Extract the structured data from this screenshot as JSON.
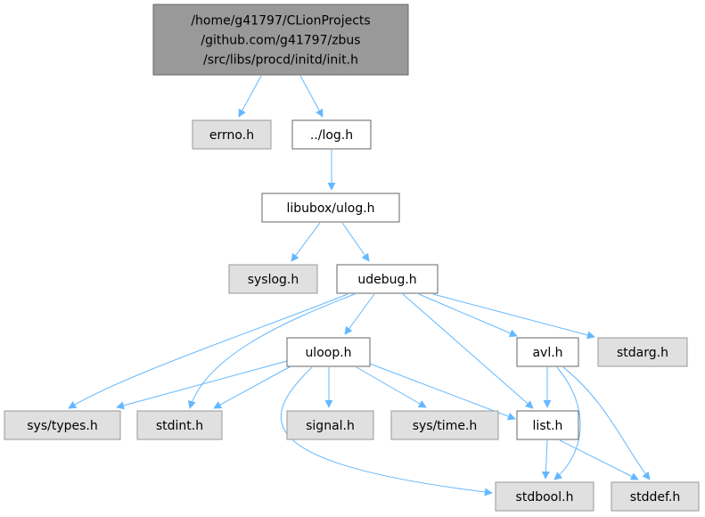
{
  "diagram": {
    "colors": {
      "root_fill": "#999999",
      "root_stroke": "#666666",
      "local_fill": "#ffffff",
      "local_stroke": "#666666",
      "system_fill": "#e0e0e0",
      "system_stroke": "#999999",
      "edge": "#63b8ff"
    },
    "nodes": [
      {
        "id": "init",
        "label_lines": [
          "/home/g41797/CLionProjects",
          "/github.com/g41797/zbus",
          "/src/libs/procd/initd/init.h"
        ],
        "kind": "root"
      },
      {
        "id": "errno",
        "label_lines": [
          "errno.h"
        ],
        "kind": "system"
      },
      {
        "id": "log",
        "label_lines": [
          "../log.h"
        ],
        "kind": "local"
      },
      {
        "id": "ulog",
        "label_lines": [
          "libubox/ulog.h"
        ],
        "kind": "local"
      },
      {
        "id": "syslog",
        "label_lines": [
          "syslog.h"
        ],
        "kind": "system"
      },
      {
        "id": "udebug",
        "label_lines": [
          "udebug.h"
        ],
        "kind": "local"
      },
      {
        "id": "uloop",
        "label_lines": [
          "uloop.h"
        ],
        "kind": "local"
      },
      {
        "id": "avl",
        "label_lines": [
          "avl.h"
        ],
        "kind": "local"
      },
      {
        "id": "stdarg",
        "label_lines": [
          "stdarg.h"
        ],
        "kind": "system"
      },
      {
        "id": "systypes",
        "label_lines": [
          "sys/types.h"
        ],
        "kind": "system"
      },
      {
        "id": "stdint",
        "label_lines": [
          "stdint.h"
        ],
        "kind": "system"
      },
      {
        "id": "signal",
        "label_lines": [
          "signal.h"
        ],
        "kind": "system"
      },
      {
        "id": "systime",
        "label_lines": [
          "sys/time.h"
        ],
        "kind": "system"
      },
      {
        "id": "list",
        "label_lines": [
          "list.h"
        ],
        "kind": "local"
      },
      {
        "id": "stdbool",
        "label_lines": [
          "stdbool.h"
        ],
        "kind": "system"
      },
      {
        "id": "stddef",
        "label_lines": [
          "stddef.h"
        ],
        "kind": "system"
      }
    ],
    "edges": [
      {
        "from": "init",
        "to": "errno"
      },
      {
        "from": "init",
        "to": "log"
      },
      {
        "from": "log",
        "to": "ulog"
      },
      {
        "from": "ulog",
        "to": "syslog"
      },
      {
        "from": "ulog",
        "to": "udebug"
      },
      {
        "from": "udebug",
        "to": "systypes"
      },
      {
        "from": "udebug",
        "to": "stdint"
      },
      {
        "from": "udebug",
        "to": "uloop"
      },
      {
        "from": "udebug",
        "to": "list"
      },
      {
        "from": "udebug",
        "to": "avl"
      },
      {
        "from": "udebug",
        "to": "stdarg"
      },
      {
        "from": "uloop",
        "to": "systypes"
      },
      {
        "from": "uloop",
        "to": "stdint"
      },
      {
        "from": "uloop",
        "to": "signal"
      },
      {
        "from": "uloop",
        "to": "systime"
      },
      {
        "from": "uloop",
        "to": "list"
      },
      {
        "from": "uloop",
        "to": "stdbool"
      },
      {
        "from": "avl",
        "to": "list"
      },
      {
        "from": "avl",
        "to": "stdbool"
      },
      {
        "from": "avl",
        "to": "stddef"
      },
      {
        "from": "list",
        "to": "stdbool"
      },
      {
        "from": "list",
        "to": "stddef"
      }
    ]
  }
}
